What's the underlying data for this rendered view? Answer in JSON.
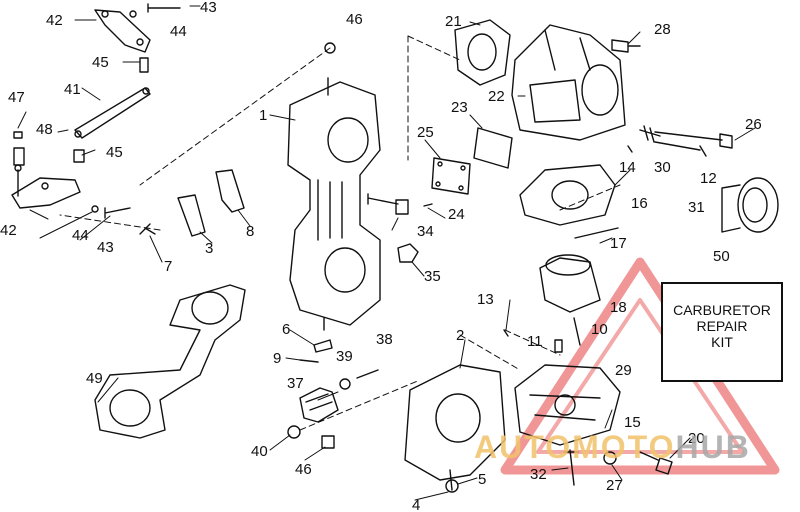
{
  "labels": {
    "p1": "1",
    "p2": "2",
    "p3": "3",
    "p4": "4",
    "p5": "5",
    "p6": "6",
    "p7": "7",
    "p8": "8",
    "p9": "9",
    "p10": "10",
    "p11": "11",
    "p12": "12",
    "p13": "13",
    "p14": "14",
    "p15": "15",
    "p16": "16",
    "p17": "17",
    "p18": "18",
    "p20": "20",
    "p21": "21",
    "p22": "22",
    "p23": "23",
    "p24": "24",
    "p25": "25",
    "p26": "26",
    "p27": "27",
    "p28": "28",
    "p29": "29",
    "p30": "30",
    "p31": "31",
    "p32": "32",
    "p34": "34",
    "p35": "35",
    "p37": "37",
    "p38": "38",
    "p39": "39",
    "p40": "40",
    "p41": "41",
    "p42a": "42",
    "p42b": "42",
    "p43a": "43",
    "p43b": "43",
    "p44a": "44",
    "p44b": "44",
    "p45a": "45",
    "p45b": "45",
    "p46a": "46",
    "p46b": "46",
    "p47": "47",
    "p48": "48",
    "p49": "49",
    "p50": "50"
  },
  "kit_box": {
    "line1": "CARBURETOR",
    "line2": "REPAIR",
    "line3": "KIT"
  },
  "watermark": {
    "part1": "AUTOMOTO",
    "part2": "HUB",
    "accent_color": "#e5403f"
  }
}
